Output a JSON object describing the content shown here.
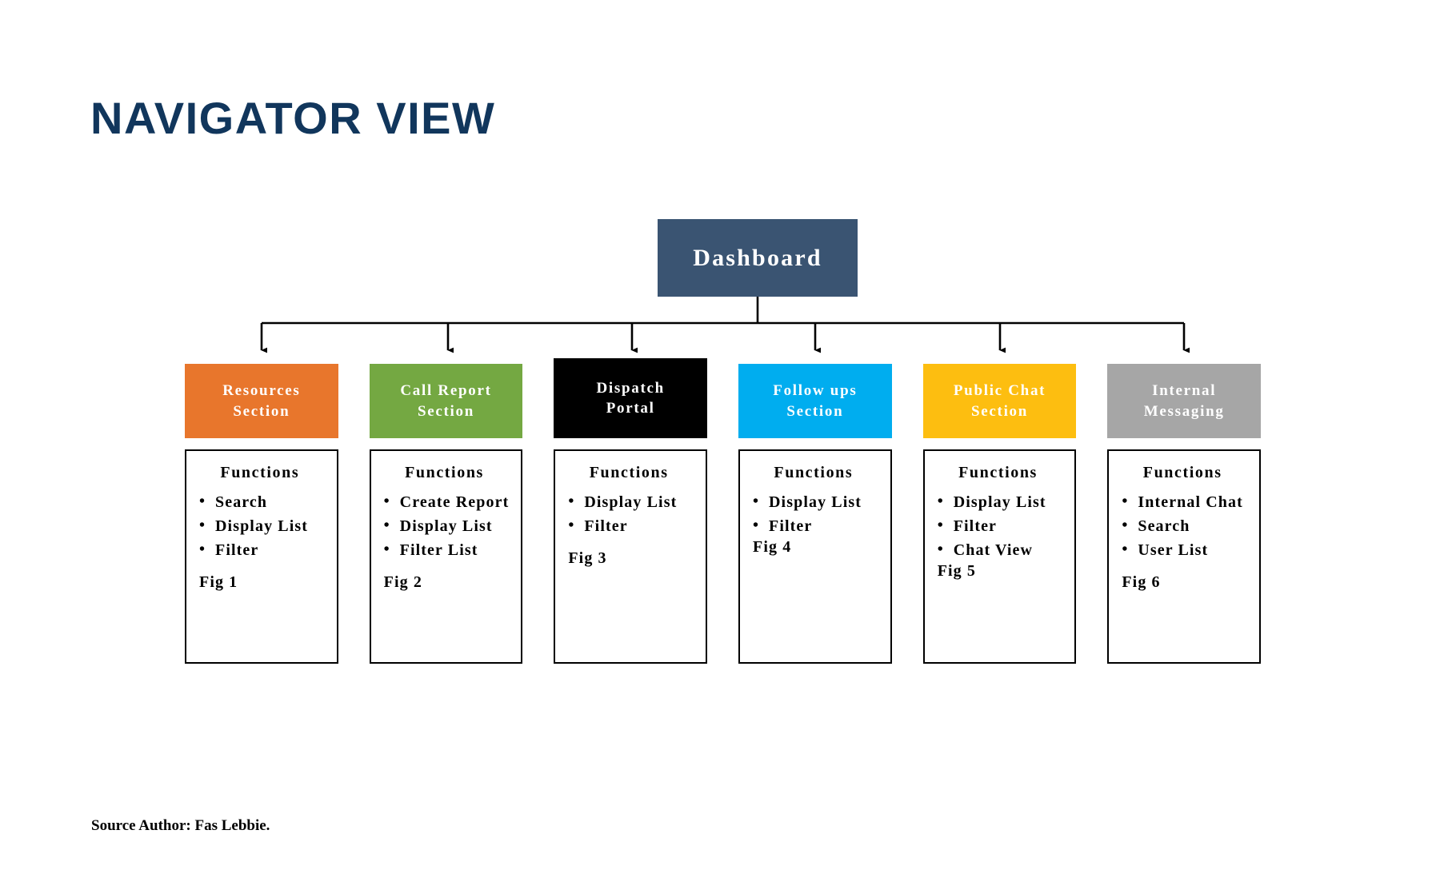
{
  "page": {
    "title": "NAVIGATOR VIEW",
    "title_color": "#11365C",
    "background": "#FFFFFF",
    "source_note": "Source Author: Fas Lebbie."
  },
  "root": {
    "label": "Dashboard",
    "color": "#3A5472",
    "text_color": "#FFFFFF"
  },
  "connector": {
    "color": "#000000",
    "style": "orthogonal-bus-with-arrowheads"
  },
  "sections": [
    {
      "id": "resources",
      "header": "Resources Section",
      "header_line1": "Resources",
      "header_line2": "Section",
      "color": "#E8762C",
      "functions_title": "Functions",
      "functions": [
        "Search",
        "Display List",
        "Filter"
      ],
      "fig": "Fig 1"
    },
    {
      "id": "call-report",
      "header": "Call Report Section",
      "header_line1": "Call Report",
      "header_line2": "Section",
      "color": "#74A842",
      "functions_title": "Functions",
      "functions": [
        "Create Report",
        "Display List",
        "Filter List"
      ],
      "fig": "Fig 2"
    },
    {
      "id": "dispatch-portal",
      "header": "Dispatch Portal",
      "header_line1": "Dispatch",
      "header_line2": "Portal",
      "color": "#000000",
      "functions_title": "Functions",
      "functions": [
        "Display List",
        "Filter"
      ],
      "fig": "Fig 3"
    },
    {
      "id": "follow-ups",
      "header": "Follow ups Section",
      "header_line1": "Follow ups",
      "header_line2": "Section",
      "color": "#00ADEF",
      "functions_title": "Functions",
      "functions": [
        "Display List",
        "Filter"
      ],
      "fig": "Fig 4"
    },
    {
      "id": "public-chat",
      "header": "Public Chat Section",
      "header_line1": "Public Chat",
      "header_line2": "Section",
      "color": "#FDBE10",
      "functions_title": "Functions",
      "functions": [
        "Display List",
        "Filter",
        "Chat View"
      ],
      "fig": "Fig 5"
    },
    {
      "id": "internal-messaging",
      "header": "Internal Messaging",
      "header_line1": "Internal",
      "header_line2": "Messaging",
      "color": "#A6A6A6",
      "functions_title": "Functions",
      "functions": [
        "Internal Chat",
        "Search",
        "User List"
      ],
      "fig": "Fig 6"
    }
  ]
}
